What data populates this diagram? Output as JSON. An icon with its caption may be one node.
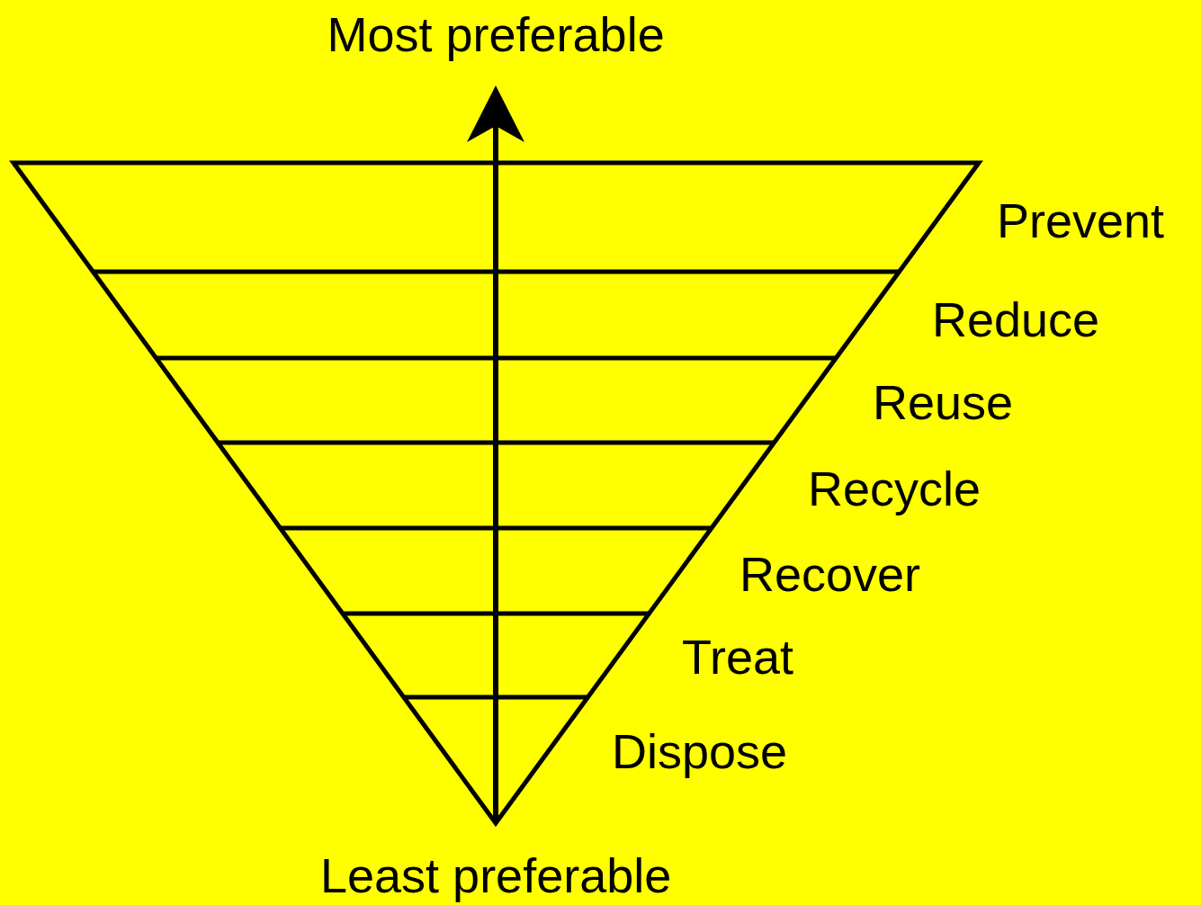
{
  "diagram": {
    "labels": [
      "Most preferable",
      "Prevent",
      "Reduce",
      "Reuse",
      "Recycle",
      "Recover",
      "Treat",
      "Dispose",
      "Least preferable"
    ]
  }
}
